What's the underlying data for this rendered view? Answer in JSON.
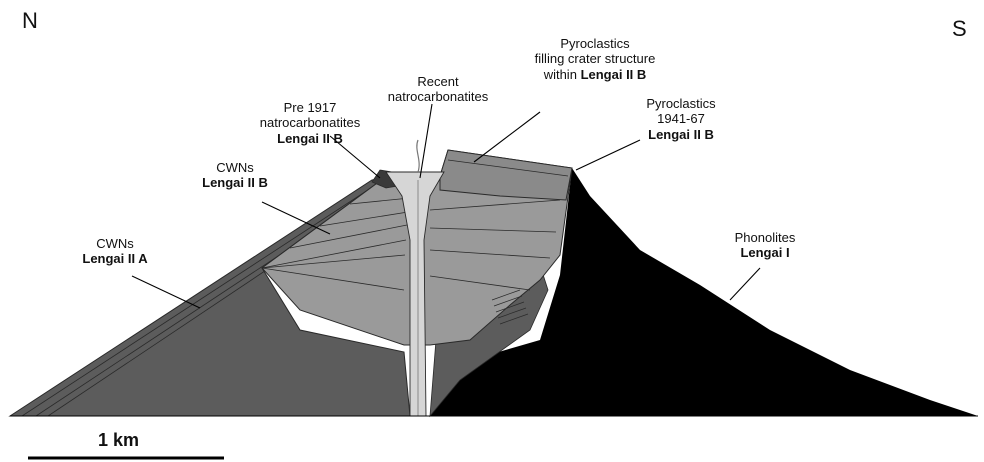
{
  "directions": {
    "north": "N",
    "south": "S"
  },
  "labels": {
    "cwns_a": {
      "line1": "CWNs",
      "bold": "Lengai II A"
    },
    "cwns_b": {
      "line1": "CWNs",
      "bold": "Lengai II B"
    },
    "pre1917": {
      "line1": "Pre 1917",
      "line2": "natrocarbonatites",
      "bold": "Lengai II B"
    },
    "recent": {
      "line1": "Recent",
      "line2": "natrocarbonatites"
    },
    "crater_fill": {
      "line1": "Pyroclastics",
      "line2": "filling crater structure",
      "line3": "within",
      "bold": "Lengai II B"
    },
    "pyro_1941": {
      "line1": "Pyroclastics",
      "line2": "1941-67",
      "bold": "Lengai II B"
    },
    "phonolites": {
      "line1": "Phonolites",
      "bold": "Lengai I"
    }
  },
  "scale_bar": {
    "label": "1 km"
  },
  "colors": {
    "phonolite": "#000000",
    "cwns_a": "#5c5c5c",
    "cwns_b": "#9a9a9a",
    "natrocarbonatite_recent": "#d6d6d6",
    "pyroclastics": "#8a8a8a",
    "outline": "#2a2a2a"
  }
}
